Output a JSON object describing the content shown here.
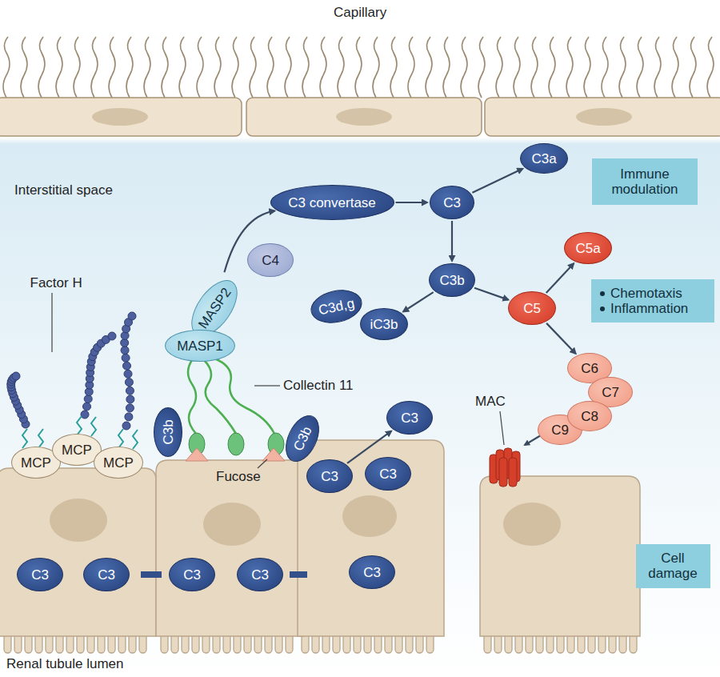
{
  "diagram": {
    "nodes": [
      {
        "text": [
          "C3 convertase"
        ]
      },
      {
        "text": [
          "C3"
        ]
      },
      {
        "text": [
          "C3a"
        ]
      },
      {
        "text": [
          "Immune modulation"
        ]
      },
      {
        "text": [
          "C4"
        ]
      },
      {
        "text": [
          "C5a"
        ]
      },
      {
        "text": [
          "C3d,g"
        ]
      },
      {
        "text": [
          "C3b"
        ]
      },
      {
        "text": [
          "Chemotaxis",
          "Inflammation"
        ]
      },
      {
        "text": [
          "MASP2"
        ]
      },
      {
        "text": [
          "C5"
        ]
      },
      {
        "text": [
          "iC3b"
        ]
      },
      {
        "text": [
          "MASP1"
        ]
      },
      {
        "text": [
          "C6"
        ]
      },
      {
        "text": [
          "C7"
        ]
      },
      {
        "text": [
          "C3"
        ]
      },
      {
        "text": [
          "C3b"
        ]
      },
      {
        "text": [
          "C3b"
        ]
      },
      {
        "text": [
          "C9"
        ]
      },
      {
        "text": [
          "C8"
        ]
      },
      {
        "text": [
          "MCP"
        ]
      },
      {
        "text": [
          "MCP"
        ]
      },
      {
        "text": [
          "MCP"
        ]
      },
      {
        "text": [
          "C3"
        ]
      },
      {
        "text": [
          "C3"
        ]
      },
      {
        "text": [
          "C3"
        ]
      },
      {
        "text": [
          "C3"
        ]
      },
      {
        "text": [
          "C3"
        ]
      },
      {
        "text": [
          "C3"
        ]
      },
      {
        "text": [
          "C3"
        ]
      },
      {
        "text": [
          "Cell damage"
        ]
      }
    ],
    "edges": [
      {
        "from": 9,
        "to": 0,
        "arrow": "to"
      },
      {
        "from": 0,
        "to": 1,
        "arrow": "to"
      },
      {
        "from": 1,
        "to": 2,
        "arrow": "to"
      },
      {
        "from": 1,
        "to": 7,
        "arrow": "to"
      },
      {
        "from": 7,
        "to": 11,
        "arrow": "to"
      },
      {
        "from": 7,
        "to": 10,
        "arrow": "to"
      },
      {
        "from": 10,
        "to": 5,
        "arrow": "to"
      },
      {
        "from": 10,
        "to": 13,
        "arrow": "to"
      },
      {
        "from": 23,
        "to": 15,
        "arrow": "to"
      }
    ],
    "labels": [
      "Capillary",
      "Interstitial space",
      "Factor H",
      "Collectin 11",
      "Fucose",
      "MAC",
      "Renal tubule lumen"
    ]
  }
}
